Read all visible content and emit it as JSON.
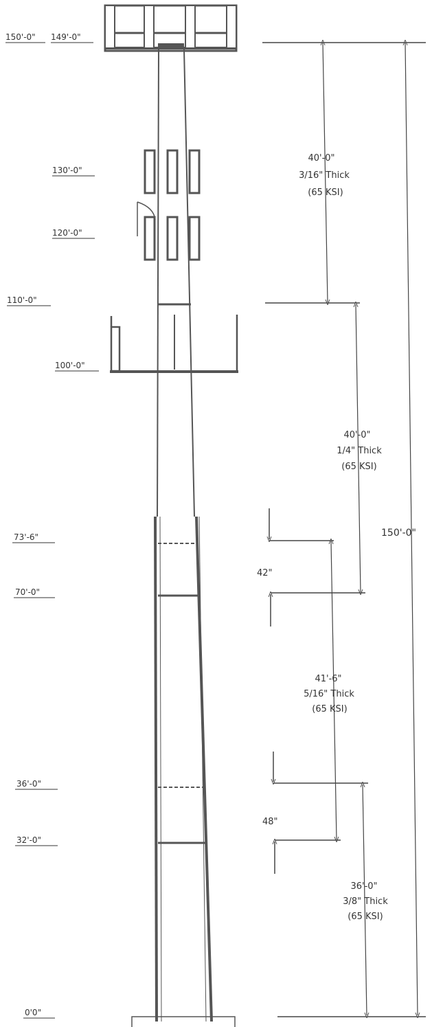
{
  "colors": {
    "ink": "#555555",
    "dark_ink": "#333333",
    "paper": "#ffffff"
  },
  "elevations": [
    {
      "id": "e150",
      "label": "150'-0\""
    },
    {
      "id": "e149",
      "label": "149'-0\""
    },
    {
      "id": "e130",
      "label": "130'-0\""
    },
    {
      "id": "e120",
      "label": "120'-0\""
    },
    {
      "id": "e110",
      "label": "110'-0\""
    },
    {
      "id": "e100",
      "label": "100'-0\""
    },
    {
      "id": "e73_6",
      "label": "73'-6\""
    },
    {
      "id": "e70",
      "label": "70'-0\""
    },
    {
      "id": "e36",
      "label": "36'-0\""
    },
    {
      "id": "e32",
      "label": "32'-0\""
    },
    {
      "id": "e0",
      "label": "0'0\""
    }
  ],
  "sections": [
    {
      "length": "40'-0\"",
      "thickness": "3/16\" Thick",
      "grade": "(65 KSI)"
    },
    {
      "length": "40'-0\"",
      "thickness": "1/4\" Thick",
      "grade": "(65 KSI)"
    },
    {
      "length": "41'-6\"",
      "thickness": "5/16\" Thick",
      "grade": "(65 KSI)"
    },
    {
      "length": "36'-0\"",
      "thickness": "3/8\" Thick",
      "grade": "(65 KSI)"
    }
  ],
  "splices": [
    {
      "label": "42\""
    },
    {
      "label": "48\""
    }
  ],
  "overall_height": "150'-0\""
}
